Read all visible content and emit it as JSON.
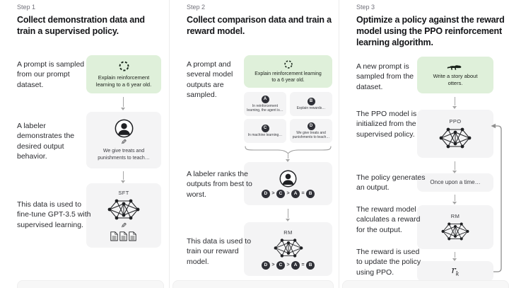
{
  "colors": {
    "prompt_box_green": "#dff0da",
    "model_box_gray": "#f4f4f5",
    "text_dark": "#1f2023",
    "step_label_gray": "#71717a",
    "arrow_gray": "#a6a6a6"
  },
  "steps": [
    {
      "label": "Step 1",
      "heading": "Collect demonstration data and train a supervised policy.",
      "captions": {
        "c1": "A prompt is sampled from our prompt dataset.",
        "c2": "A labeler demonstrates the desired output behavior.",
        "c3": "This data is used to fine-tune GPT-3.5 with supervised learning."
      },
      "prompt_box": {
        "text": "Explain reinforcement learning to a 6 year old."
      },
      "labeler_box": {
        "text": "We give treats and punishments to teach…"
      },
      "model_box": {
        "label": "SFT"
      }
    },
    {
      "label": "Step 2",
      "heading": "Collect comparison data and train a reward model.",
      "captions": {
        "c1": "A prompt and several model outputs are sampled.",
        "c2": "A labeler ranks the outputs from best to worst.",
        "c3": "This data is used to train our reward model."
      },
      "prompt_box": {
        "text": "Explain reinforcement learning to a 6 year old."
      },
      "outputs": [
        {
          "letter": "A",
          "text": "In reinforcement learning, the agent is…"
        },
        {
          "letter": "B",
          "text": "Explain rewards…"
        },
        {
          "letter": "C",
          "text": "In machine learning…"
        },
        {
          "letter": "D",
          "text": "We give treats and punishments to teach…"
        }
      ],
      "ranking": {
        "items": [
          "D",
          "C",
          "A",
          "B"
        ],
        "separators": [
          ">",
          ">",
          "="
        ]
      },
      "model_box": {
        "label": "RM"
      }
    },
    {
      "label": "Step 3",
      "heading": "Optimize a policy against the reward model using the PPO reinforcement learning algorithm.",
      "captions": {
        "c1": "A new prompt is sampled from the dataset.",
        "c2": "The PPO model is initialized from the supervised policy.",
        "c3": "The policy generates an output.",
        "c4": "The reward model calculates a reward for the output.",
        "c5": "The reward is used to update the policy using PPO."
      },
      "prompt_box": {
        "text": "Write a story about otters."
      },
      "ppo_box": {
        "label": "PPO"
      },
      "output_box": {
        "text": "Once upon a time…"
      },
      "rm_box": {
        "label": "RM"
      },
      "reward_box": {
        "text_main": "r",
        "text_sub": "k"
      }
    }
  ]
}
